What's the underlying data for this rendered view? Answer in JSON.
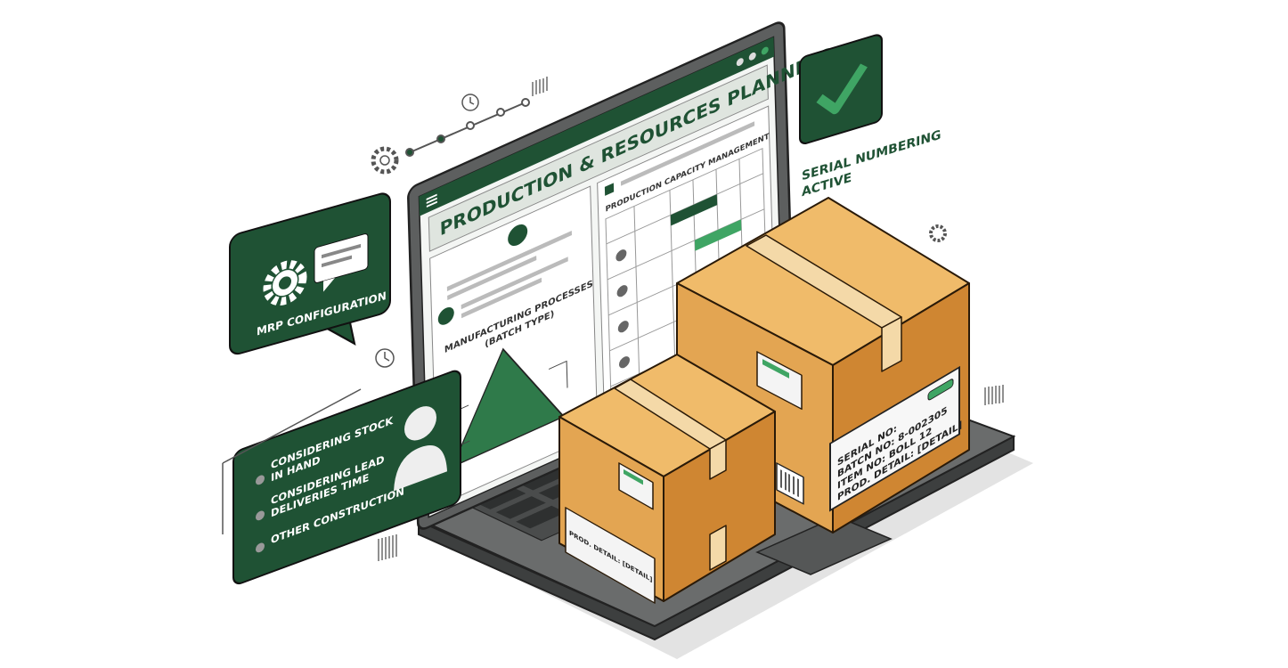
{
  "screen": {
    "title": "PRODUCTION & RESOURCES PLANNING",
    "left_panel": {
      "heading_line1": "MANUFACTURING PROCESSES",
      "heading_line2": "(BATCH TYPE)"
    },
    "right_panel": {
      "heading": "PRODUCTION CAPACITY MANAGEMENT"
    }
  },
  "mrp_card": {
    "label": "MRP CONFIGURATION",
    "icons": [
      "gear-icon",
      "chat-bubble-icon"
    ]
  },
  "considerations_card": {
    "items": [
      {
        "line1": "CONSIDERING STOCK",
        "line2": "IN HAND"
      },
      {
        "line1": "CONSIDERING LEAD",
        "line2": "DELIVERIES TIME"
      },
      {
        "line1": "OTHER CONSTRUCTION",
        "line2": ""
      }
    ],
    "icon": "user-icon"
  },
  "serial_status": {
    "line1": "SERIAL NUMBERING",
    "line2": "ACTIVE",
    "icon": "checkmark-icon"
  },
  "large_box_label": {
    "serial": "SERIAL NO:",
    "batch": "BATCN NO: 8-002305",
    "item": "ITEM NO: BOLL 12",
    "detail": "PROD. DETAIL: [DETAIL]"
  },
  "small_box_label": {
    "detail": "PROD. DETAIL: [DETAIL]"
  },
  "colors": {
    "brand_green": "#1f5234",
    "accent_green": "#3fa564",
    "box_orange": "#e3a552",
    "box_orange_dark": "#cf8632",
    "laptop_gray": "#5d5f5f"
  }
}
